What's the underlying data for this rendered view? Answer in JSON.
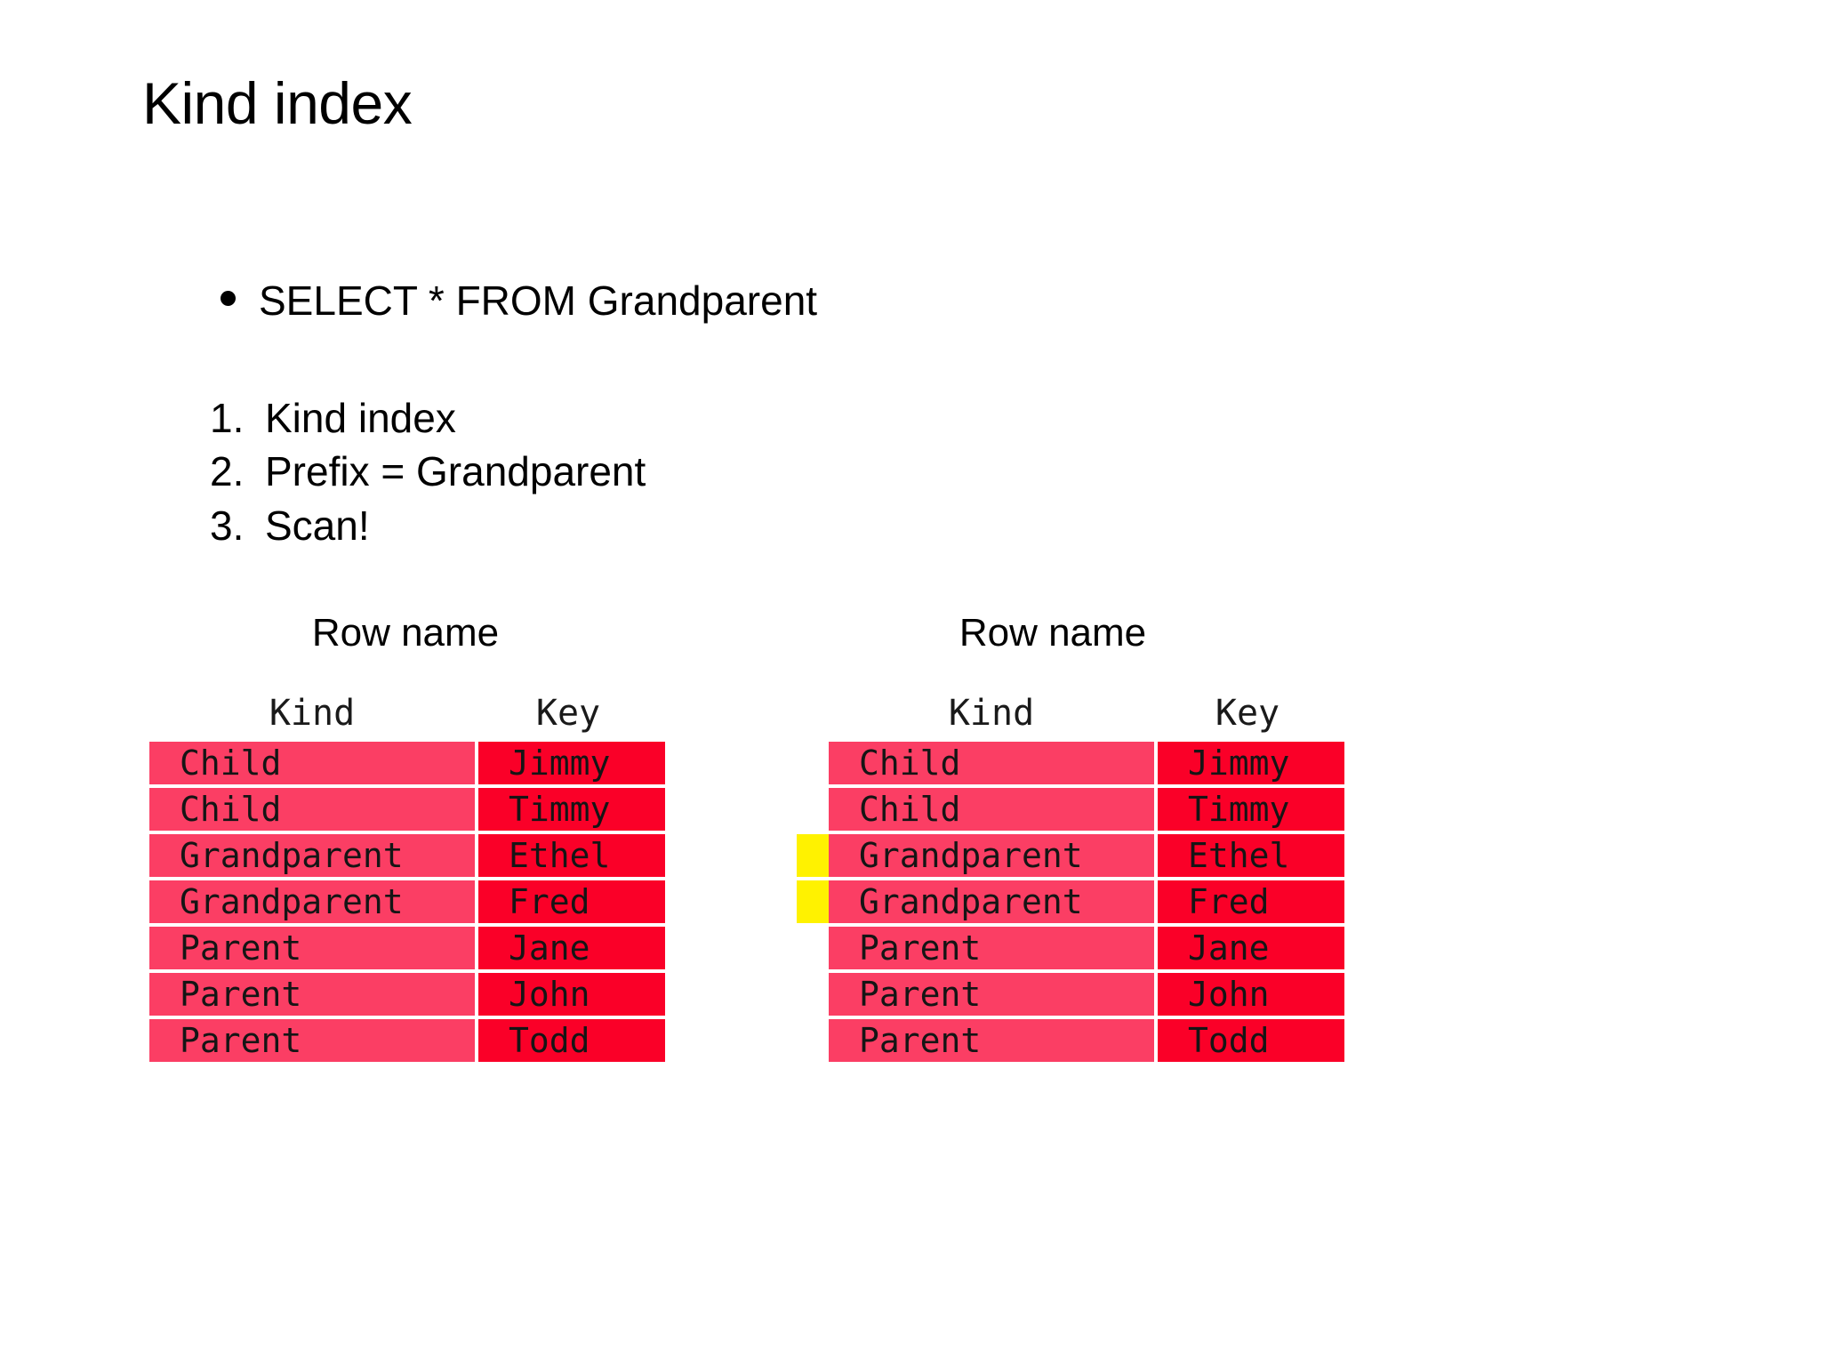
{
  "slide": {
    "title": "Kind index",
    "bullets": [
      {
        "marker": "●",
        "text": "SELECT * FROM Grandparent"
      }
    ],
    "steps": [
      {
        "marker": "1.",
        "text": "Kind index"
      },
      {
        "marker": "2.",
        "text": "Prefix = Grandparent"
      },
      {
        "marker": "3.",
        "text": "Scan!"
      }
    ],
    "colors": {
      "kind_cell": "#FB3E64",
      "key_cell": "#FA0028",
      "highlight": "#FFF200",
      "background": "#FFFFFF",
      "text": "#000000"
    },
    "tables": [
      {
        "caption": "Row name",
        "columns": [
          "Kind",
          "Key"
        ],
        "has_markers": false,
        "rows": [
          {
            "kind": "Child",
            "key": "Jimmy",
            "highlighted": false
          },
          {
            "kind": "Child",
            "key": "Timmy",
            "highlighted": false
          },
          {
            "kind": "Grandparent",
            "key": "Ethel",
            "highlighted": false
          },
          {
            "kind": "Grandparent",
            "key": "Fred",
            "highlighted": false
          },
          {
            "kind": "Parent",
            "key": "Jane",
            "highlighted": false
          },
          {
            "kind": "Parent",
            "key": "John",
            "highlighted": false
          },
          {
            "kind": "Parent",
            "key": "Todd",
            "highlighted": false
          }
        ]
      },
      {
        "caption": "Row name",
        "columns": [
          "Kind",
          "Key"
        ],
        "has_markers": true,
        "rows": [
          {
            "kind": "Child",
            "key": "Jimmy",
            "highlighted": false
          },
          {
            "kind": "Child",
            "key": "Timmy",
            "highlighted": false
          },
          {
            "kind": "Grandparent",
            "key": "Ethel",
            "highlighted": true
          },
          {
            "kind": "Grandparent",
            "key": "Fred",
            "highlighted": true
          },
          {
            "kind": "Parent",
            "key": "Jane",
            "highlighted": false
          },
          {
            "kind": "Parent",
            "key": "John",
            "highlighted": false
          },
          {
            "kind": "Parent",
            "key": "Todd",
            "highlighted": false
          }
        ]
      }
    ]
  }
}
